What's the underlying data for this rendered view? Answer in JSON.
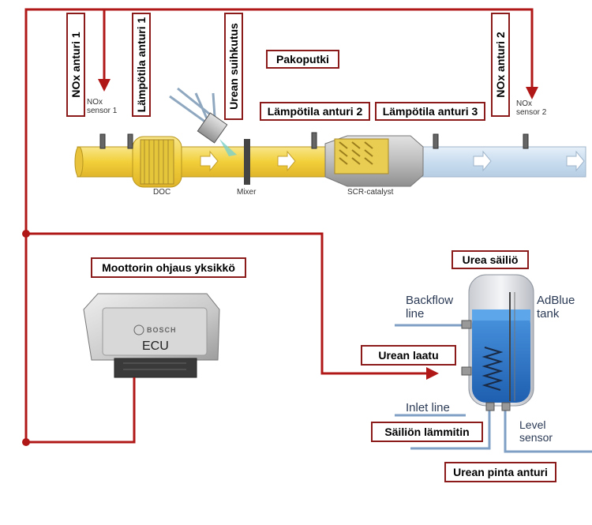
{
  "labels": {
    "nox1": "NOx anturi 1",
    "temp1": "Lämpötila anturi 1",
    "urea_injection": "Urean suihkutus",
    "exhaust_pipe": "Pakoputki",
    "temp2": "Lämpötila anturi 2",
    "temp3": "Lämpötila anturi 3",
    "nox2": "NOx anturi 2",
    "engine_ecu": "Moottorin ohjaus yksikkö",
    "urea_tank": "Urea säiliö",
    "urea_quality": "Urean laatu",
    "tank_heater": "Säiliön lämmitin",
    "urea_level_sensor": "Urean pinta anturi"
  },
  "diagram_text": {
    "nox_sensor1_a": "NOx",
    "nox_sensor1_b": "sensor 1",
    "nox_sensor2_a": "NOx",
    "nox_sensor2_b": "sensor 2",
    "doc": "DOC",
    "mixer": "Mixer",
    "scr": "SCR-catalyst",
    "ecu": "ECU",
    "bosch": "BOSCH",
    "backflow_a": "Backflow",
    "backflow_b": "line",
    "adblue_a": "AdBlue",
    "adblue_b": "tank",
    "inlet_line": "Inlet line",
    "level_a": "Level",
    "level_b": "sensor"
  },
  "colors": {
    "wire": "#b01818",
    "label_border": "#8b1a1a",
    "exhaust_hot": "#f3d44a",
    "exhaust_cool": "#cfe3f3",
    "fluid": "#2f7bd0"
  }
}
